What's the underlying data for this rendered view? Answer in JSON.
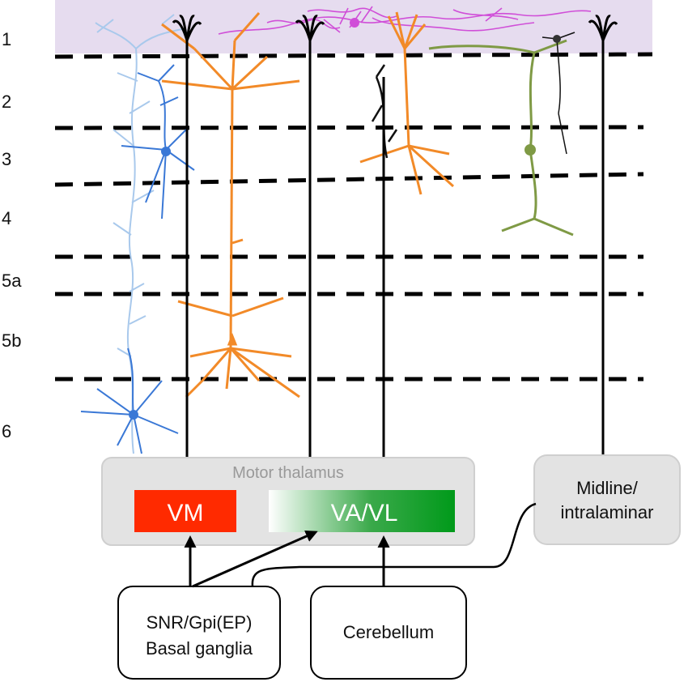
{
  "layers": [
    "1",
    "2",
    "3",
    "4",
    "5a",
    "5b",
    "6"
  ],
  "motor_thalamus": {
    "title": "Motor thalamus",
    "vm_label": "VM",
    "vavl_label": "VA/VL"
  },
  "midline": {
    "line1": "Midline/",
    "line2": "intralaminar"
  },
  "inputs": {
    "basal_ganglia_line1": "SNR/Gpi(EP)",
    "basal_ganglia_line2": "Basal ganglia",
    "cerebellum": "Cerebellum"
  },
  "colors": {
    "layer1_band": "#e6dcef",
    "vm": "#ff2a00",
    "vavl": "#009a1a",
    "light_blue_neuron": "#a9c9ec",
    "blue_neuron": "#3a78d6",
    "orange_neuron": "#f28a28",
    "green_neuron": "#7f9a45",
    "magenta_axons": "#d04fd8",
    "box_fill": "#e3e3e3"
  }
}
